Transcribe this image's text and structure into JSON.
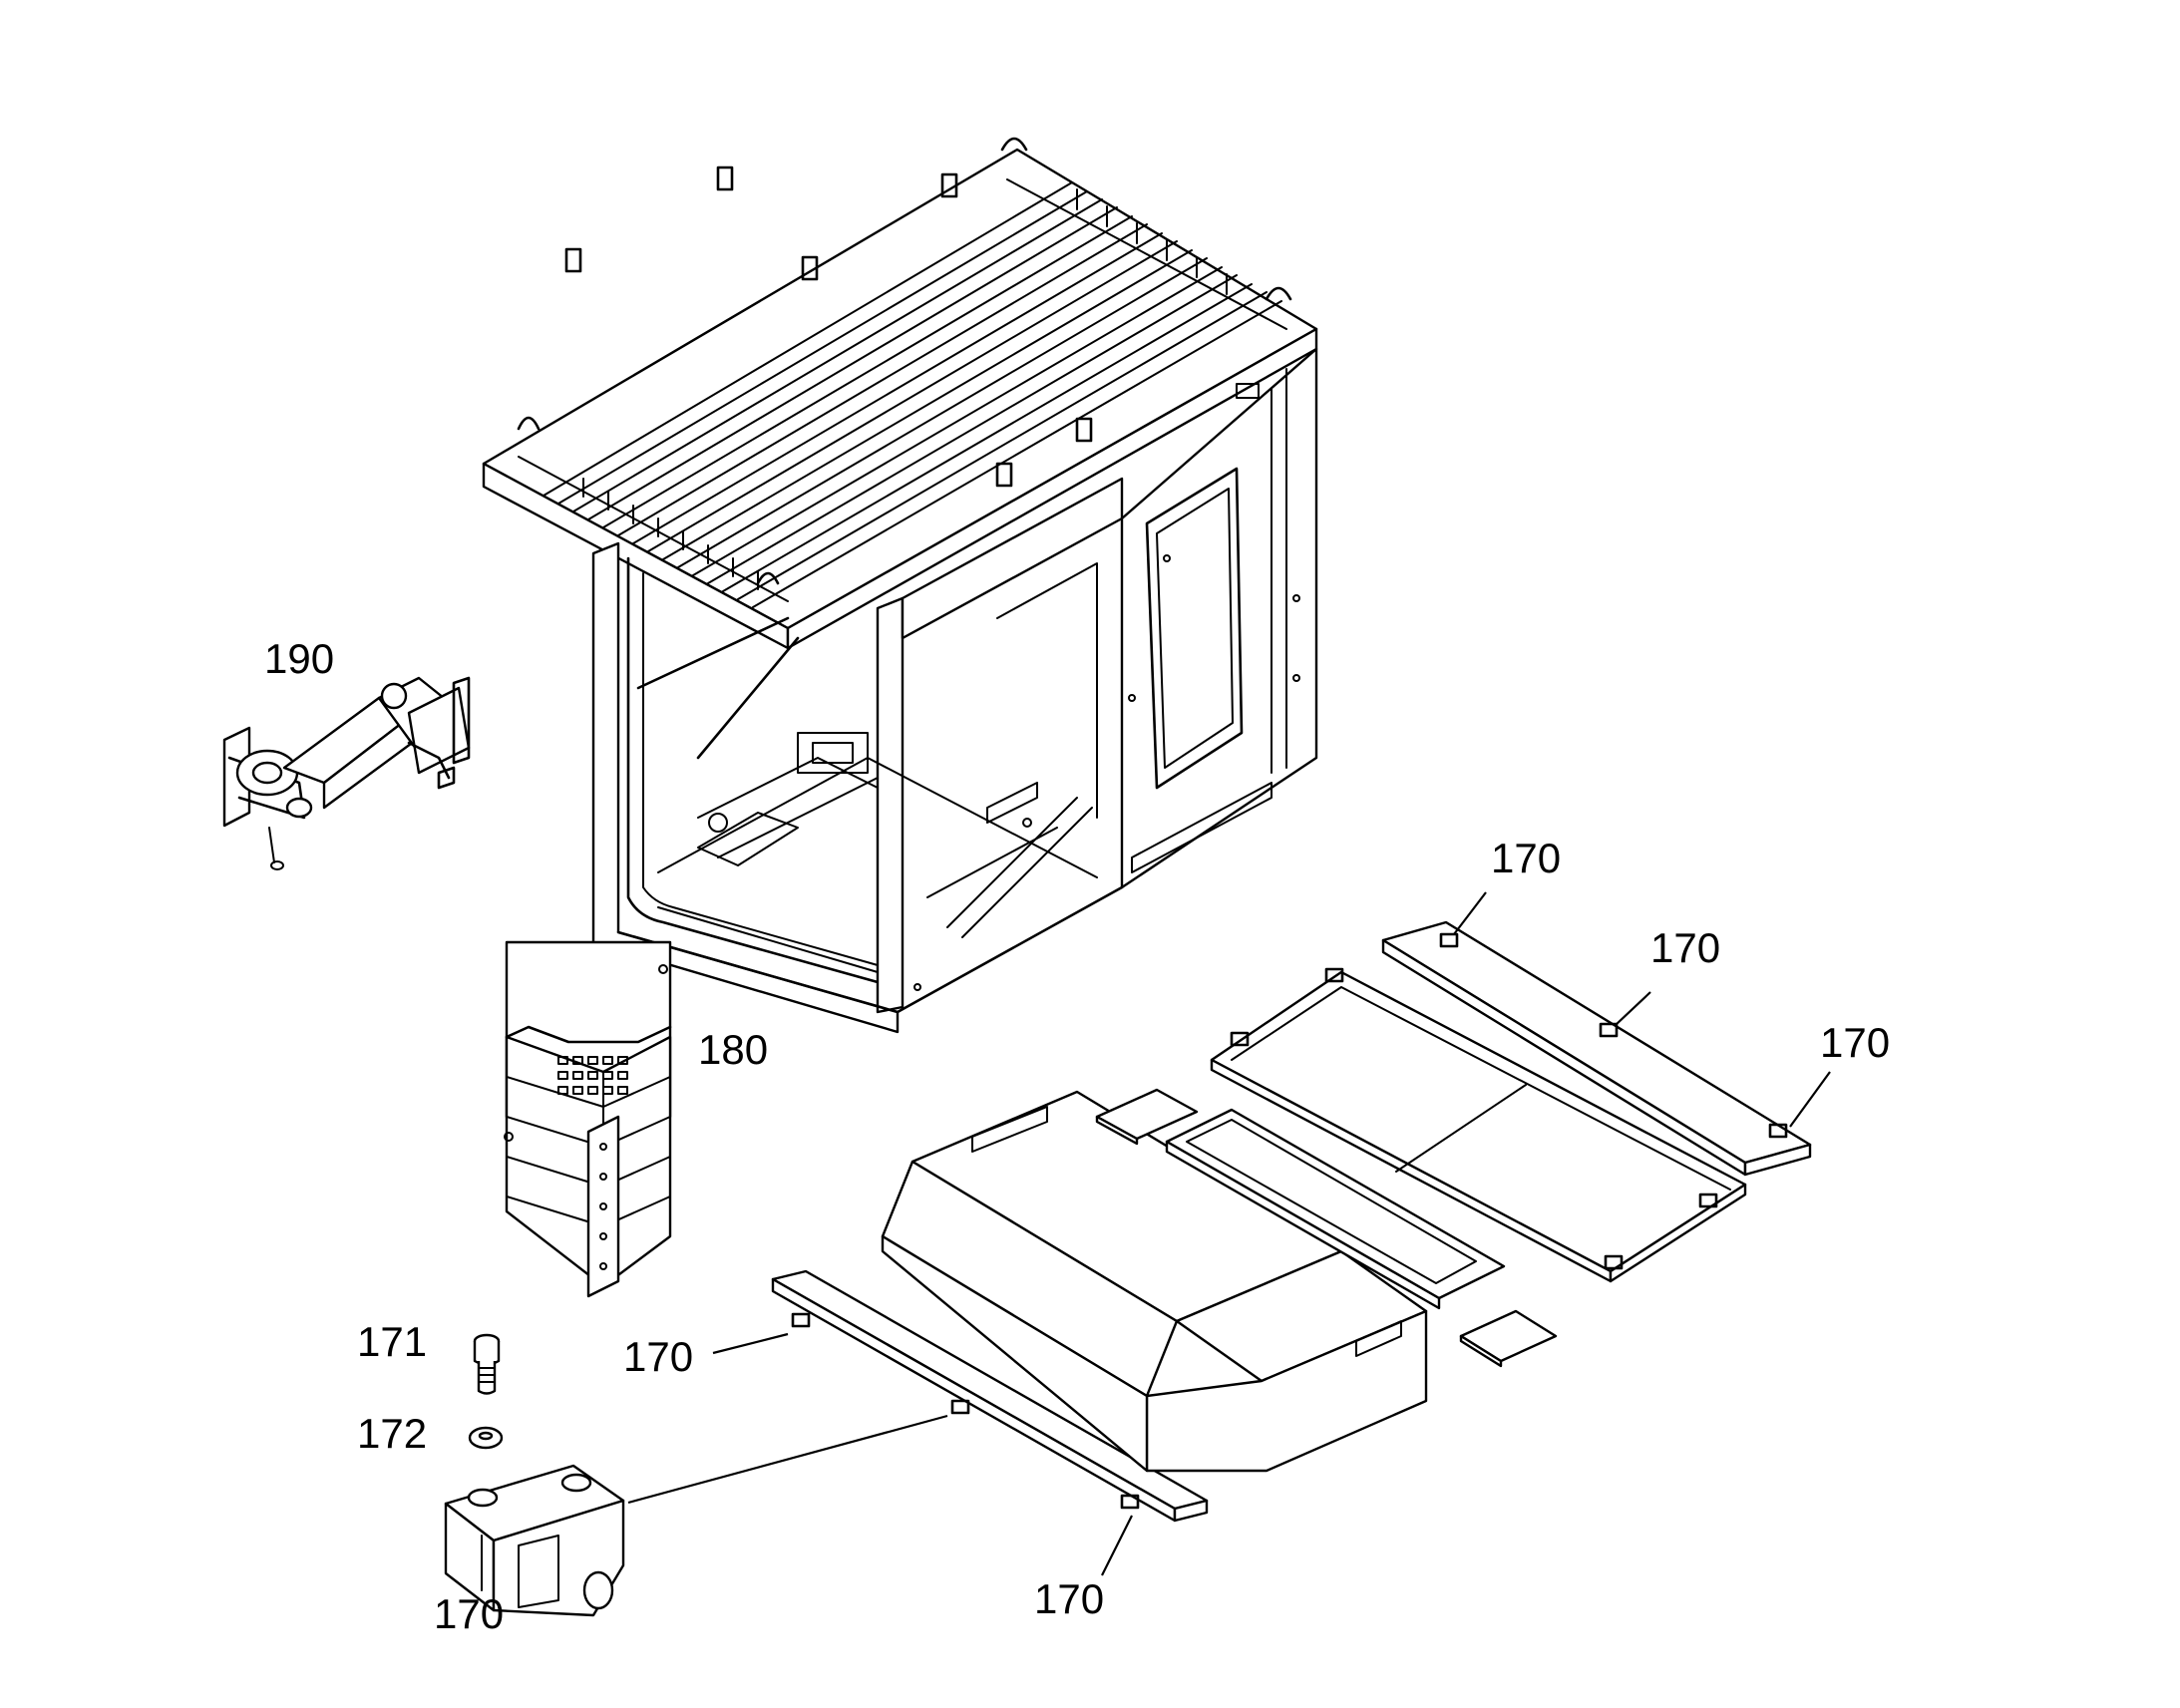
{
  "callouts": {
    "c190": "190",
    "c180": "180",
    "c171": "171",
    "c172": "172",
    "c170_bottom_left": "170",
    "c170_left_strip": "170",
    "c170_bottom_strip": "170",
    "c170_top_strip": "170",
    "c170_top_strip_mid": "170",
    "c170_top_strip_right": "170"
  },
  "colors": {
    "line": "#000000",
    "background": "#ffffff"
  }
}
